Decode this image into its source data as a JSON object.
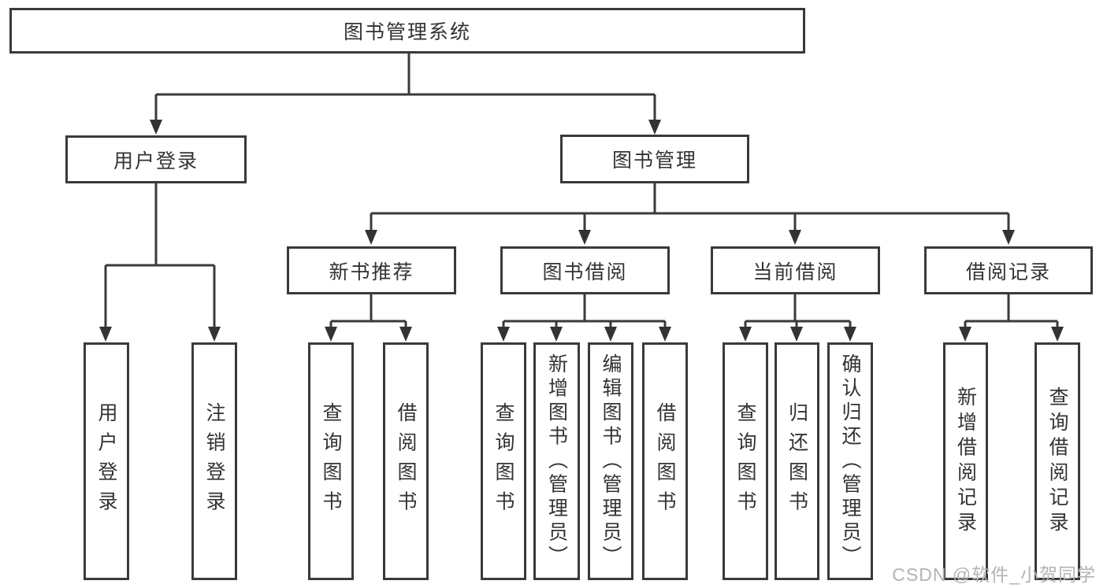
{
  "diagram": {
    "type": "hierarchy-tree",
    "title": "图书管理系统",
    "watermark": "CSDN @软件_小贺同学",
    "colors": {
      "line": "#3a3a3a",
      "box_border": "#3a3a3a",
      "text": "#333333",
      "watermark": "#b3b3b3",
      "background": "#ffffff"
    },
    "nodes": {
      "root": {
        "label": "图书管理系统"
      },
      "user_login": {
        "label": "用户登录",
        "children": [
          "用户登录",
          "注销登录"
        ]
      },
      "book_mgmt": {
        "label": "图书管理"
      },
      "new_books": {
        "label": "新书推荐",
        "children": [
          "查询图书",
          "借阅图书"
        ]
      },
      "book_borrow": {
        "label": "图书借阅",
        "children": [
          "查询图书",
          "新增图书（管理员）",
          "编辑图书（管理员）",
          "借阅图书"
        ]
      },
      "current_borrow": {
        "label": "当前借阅",
        "children": [
          "查询图书",
          "归还图书",
          "确认归还（管理员）"
        ]
      },
      "borrow_records": {
        "label": "借阅记录",
        "children": [
          "新增借阅记录",
          "查询借阅记录"
        ]
      }
    }
  }
}
